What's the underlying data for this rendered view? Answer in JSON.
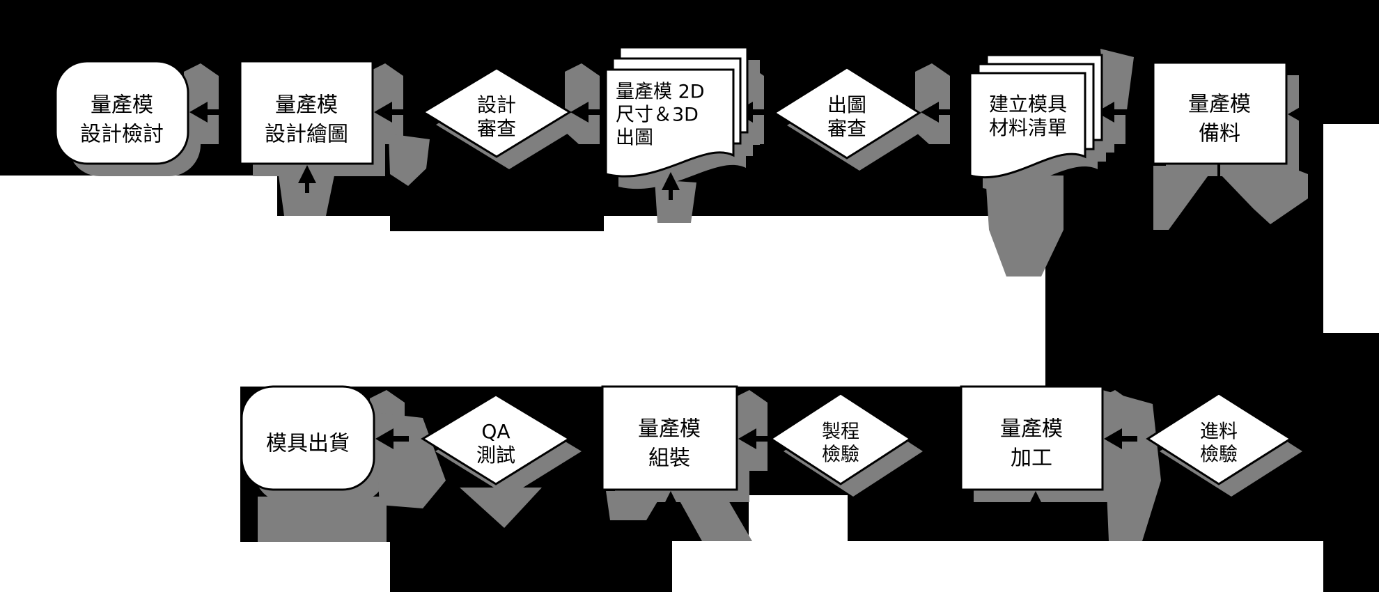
{
  "diagram": {
    "type": "flowchart",
    "language": "zh-TW",
    "colors": {
      "background": "#000000",
      "shape_fill": "#ffffff",
      "shape_border": "#000000",
      "shadow": "#7f7f7f",
      "text": "#000000"
    },
    "nodes": [
      {
        "id": "design-review-start",
        "shape": "rounded",
        "lines": [
          "量產模",
          "設計檢討"
        ]
      },
      {
        "id": "design-drawing",
        "shape": "rect",
        "lines": [
          "量產模",
          "設計繪圖"
        ]
      },
      {
        "id": "design-check",
        "shape": "diamond",
        "lines": [
          "設計",
          "審查"
        ]
      },
      {
        "id": "drawing-output-doc",
        "shape": "document-stack",
        "lines": [
          "量產模 2D",
          "尺寸＆3D",
          "出圖"
        ]
      },
      {
        "id": "drawing-check",
        "shape": "diamond",
        "lines": [
          "出圖",
          "審查"
        ]
      },
      {
        "id": "material-list-doc",
        "shape": "document-stack",
        "lines": [
          "建立模具",
          "材料清單"
        ]
      },
      {
        "id": "material-prepare",
        "shape": "rect",
        "lines": [
          "量產模",
          "備料"
        ]
      },
      {
        "id": "mold-shipment",
        "shape": "rounded",
        "lines": [
          "模具出貨"
        ]
      },
      {
        "id": "qa-test",
        "shape": "diamond",
        "lines": [
          "QA",
          "測試"
        ]
      },
      {
        "id": "mold-assembly",
        "shape": "rect",
        "lines": [
          "量產模",
          "組裝"
        ]
      },
      {
        "id": "process-inspection",
        "shape": "diamond",
        "lines": [
          "製程",
          "檢驗"
        ]
      },
      {
        "id": "mold-machining",
        "shape": "rect",
        "lines": [
          "量產模",
          "加工"
        ]
      },
      {
        "id": "incoming-inspection",
        "shape": "diamond",
        "lines": [
          "進料",
          "檢驗"
        ]
      }
    ]
  }
}
